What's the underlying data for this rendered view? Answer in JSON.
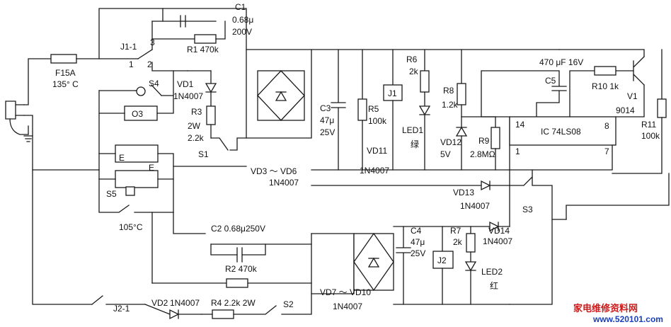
{
  "labels": {
    "fuse": "F15A",
    "fuse_temp": "135° C",
    "relay_j1_1": "J1-1",
    "pin3": "3",
    "pin1": "1",
    "pin2": "2",
    "c1": "C1",
    "c1_value": "0.68μ",
    "c1_voltage": "200V",
    "r1": "R1  470k",
    "s4": "S4",
    "vd1": "VD1",
    "vd1_part": "1N4007",
    "o3": "O3",
    "r3": "R3",
    "r3_power": "2W",
    "r3_value": "2.2k",
    "s1": "S1",
    "heater_e_top": "E",
    "heater_e_bottom": "E",
    "s5": "S5",
    "temp_105": "105°C",
    "c2": "C2  0.68μ250V",
    "r2": "R2  470k",
    "relay_j2_1": "J2-1",
    "vd2": "VD2",
    "vd2_part": "1N4007",
    "r4": "R4  2.2k 2W",
    "s2": "S2",
    "bridge1": "VD3 ～ VD6",
    "bridge1_part": "1N4007",
    "bridge2": "VD7 ～ VD10",
    "bridge2_part": "1N4007",
    "c3": "C3",
    "c3_value": "47μ",
    "c3_voltage": "25V",
    "r5": "R5",
    "r5_value": "100k",
    "vd11": "VD11",
    "bridge_part_1n": "1N4007",
    "j1": "J1",
    "r6": "R6",
    "r6_value": "2k",
    "led1": "LED1",
    "led1_color": "绿",
    "r8": "R8",
    "r8_value": "1.2k",
    "vd12": "VD12",
    "vd12_voltage": "5V",
    "r9": "R9",
    "r9_value": "2.8MΩ",
    "c5_spec": "470 μF  16V",
    "c5": "C5",
    "pin14": "14",
    "pin7": "7",
    "pin8": "8",
    "pin1b": "1",
    "ic": "IC  74LS08",
    "r10": "R10  1k",
    "v1": "V1",
    "v1_part": "9014",
    "r11": "R11",
    "r11_value": "100k",
    "vd13": "VD13",
    "vd13_part": "1N4007",
    "s3": "S3",
    "c4": "C4",
    "c4_value": "47μ",
    "c4_voltage": "25V",
    "r7": "R7",
    "r7_value": "2k",
    "j2": "J2",
    "vd14": "VD14",
    "vd14_part": "1N4007",
    "led2": "LED2",
    "led2_color": "红"
  },
  "watermark": {
    "text": "家电维修资料网",
    "url": "www.520101.com"
  },
  "colors": {
    "line": "#1a1a1a",
    "watermark_red": "#d01818",
    "watermark_blue": "#1a3fb8"
  }
}
